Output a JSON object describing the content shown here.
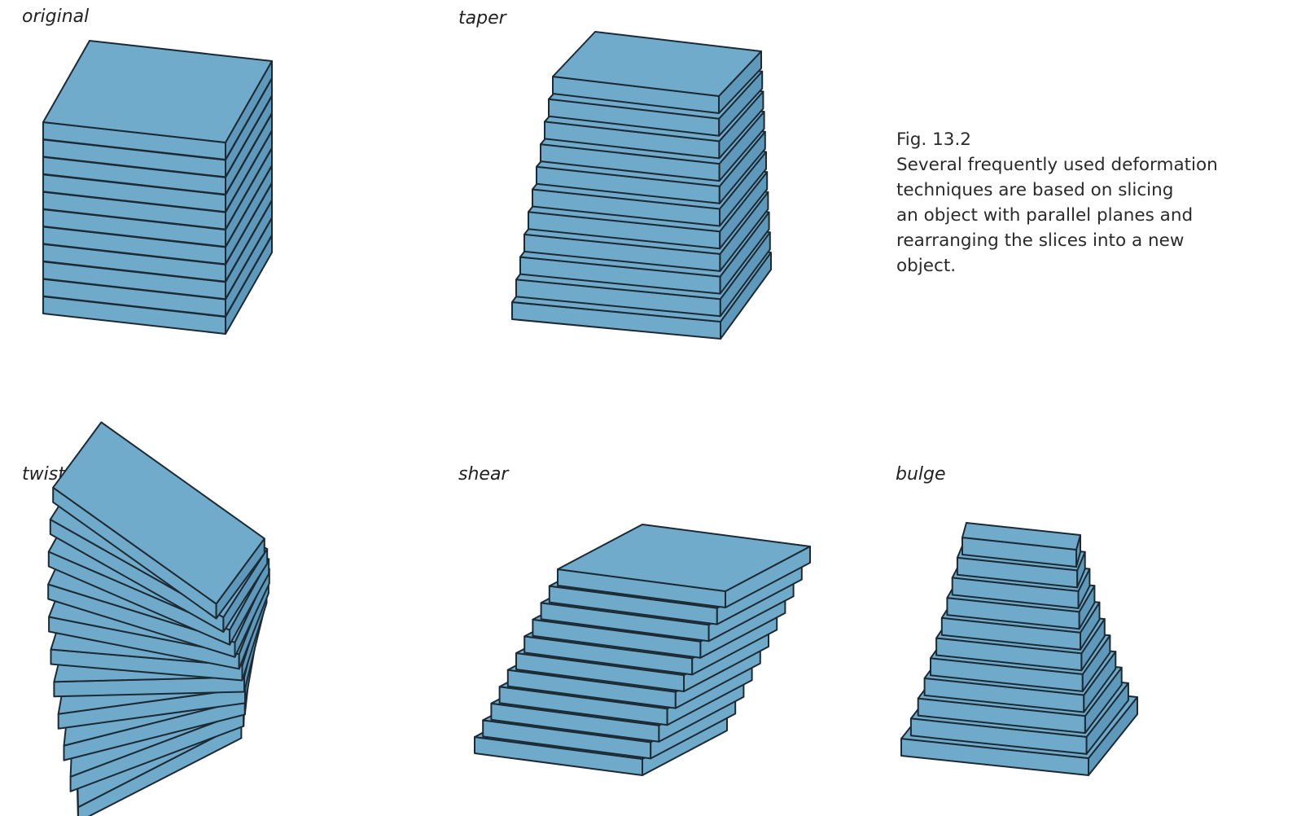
{
  "labels": {
    "original": "original",
    "taper": "taper",
    "twist": "twist",
    "shear": "shear",
    "bulge": "bulge"
  },
  "caption": {
    "figure_number": "Fig. 13.2",
    "lines": [
      "Several frequently used deformation",
      "techniques are based on slicing",
      "an object with parallel planes and",
      "rearranging the slices into a new",
      "object."
    ]
  },
  "colors": {
    "slice_front": "#6faacb",
    "slice_top": "#71abcc",
    "slice_side": "#5e99bb",
    "outline": "#1c2a33"
  },
  "slices_per_stack": 11
}
